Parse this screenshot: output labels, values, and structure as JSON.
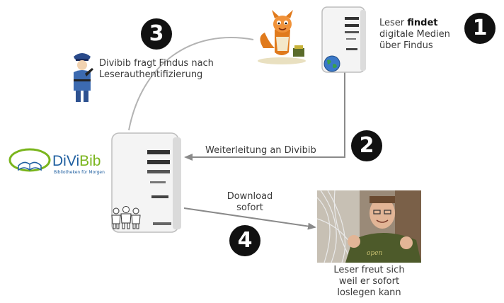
{
  "steps": {
    "one": "1",
    "two": "2",
    "three": "3",
    "four": "4"
  },
  "step1": {
    "line1_prefix": "Leser ",
    "line1_bold": "findet",
    "line2": "digitale Medien",
    "line3": "über Findus"
  },
  "step2": {
    "label": "Weiterleitung an Divibib"
  },
  "step3": {
    "line1": "Divibib fragt Findus nach",
    "line2": "Leserauthentifizierung"
  },
  "step4": {
    "line1": "Download",
    "line2": "sofort"
  },
  "reader": {
    "line1": "Leser freut sich",
    "line2": "weil er sofort",
    "line3": "loslegen kann"
  },
  "logo": {
    "name_a": "DiVi",
    "name_b": "Bib",
    "tagline": "Bibliotheken für Morgen"
  },
  "photo_shirt_text": "open",
  "colors": {
    "arrow": "#8a8a8a",
    "curve": "#b0b0b0",
    "logo_blue": "#1f5fa0",
    "logo_green": "#7ab51d",
    "badge": "#111111"
  }
}
